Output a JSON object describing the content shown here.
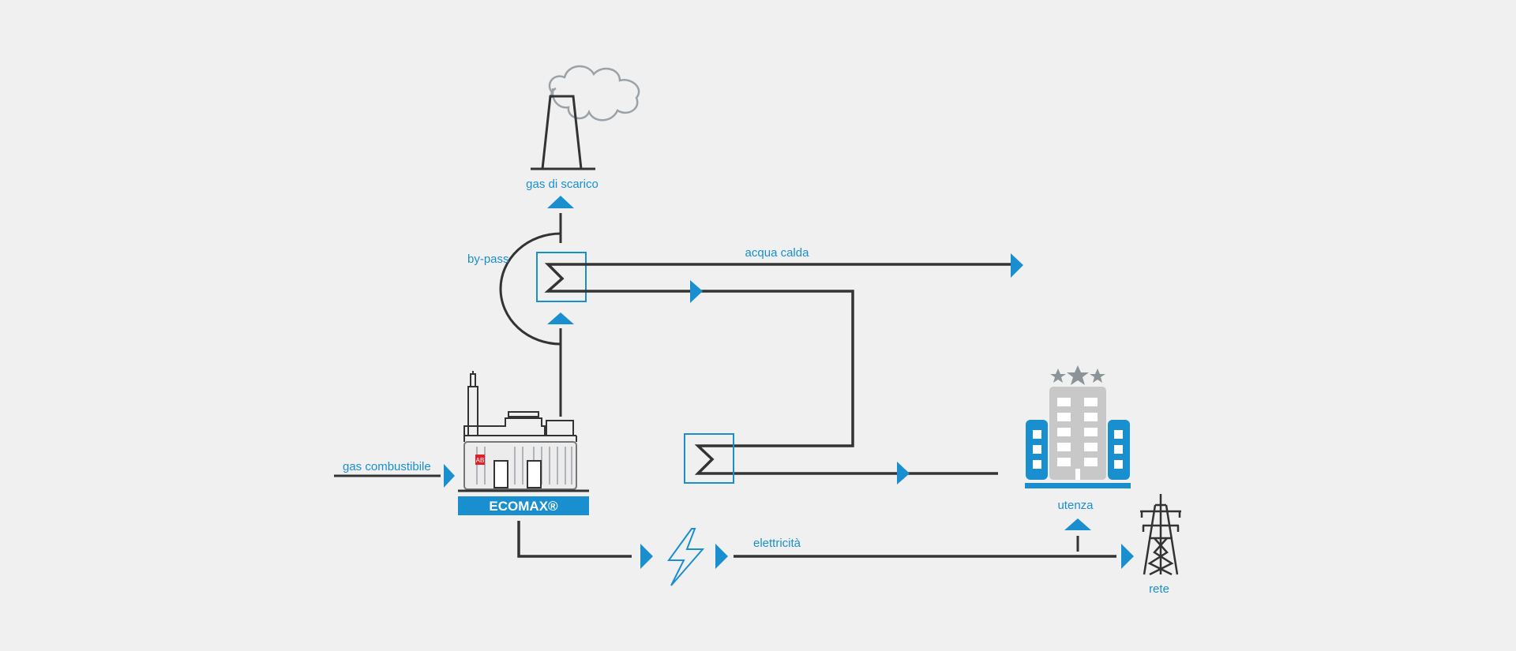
{
  "labels": {
    "gas_scarico": "gas di scarico",
    "by_pass": "by-pass",
    "acqua_calda": "acqua calda",
    "gas_combustibile": "gas combustibile",
    "ecomax": "ECOMAX®",
    "elettricita": "elettricità",
    "utenza": "utenza",
    "rete": "rete",
    "logo": "AB"
  },
  "colors": {
    "background": "#f0f0f0",
    "pipe": "#333333",
    "accent_blue": "#1a8fcf",
    "building_grey": "#c8c8c8",
    "smoke_grey": "#9aa2a8"
  },
  "icons": {
    "chimney": "chimney-icon",
    "heat_exchanger": "heat-exchanger-icon",
    "generator": "cogeneration-unit-icon",
    "lightning": "lightning-icon",
    "building": "hotel-building-icon",
    "pylon": "power-pylon-icon"
  }
}
